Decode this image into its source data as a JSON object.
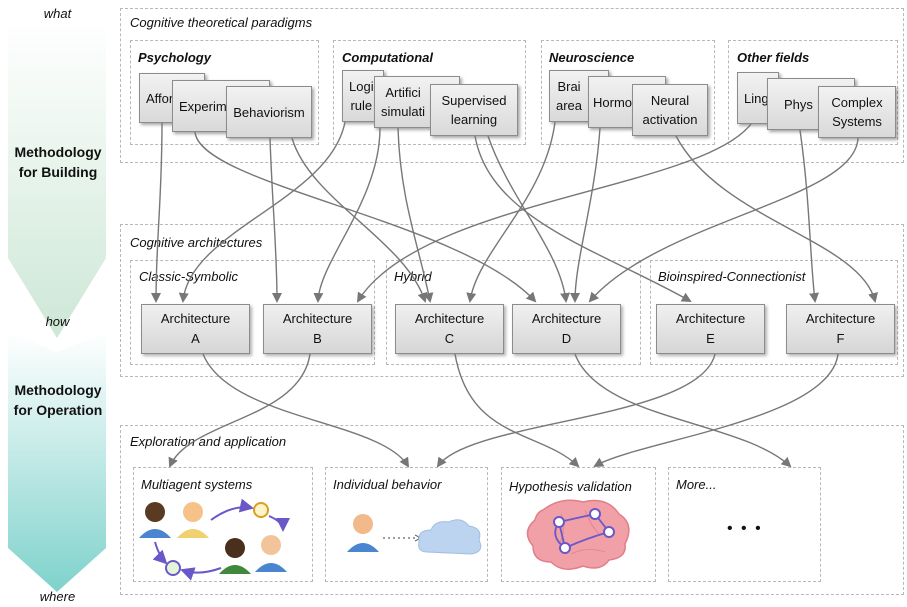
{
  "side": {
    "what": "what",
    "building": "Methodology\nfor Building",
    "how": "how",
    "operation": "Methodology\nfor Operation",
    "where": "where"
  },
  "paradigms": {
    "title": "Cognitive theoretical paradigms",
    "psychology": {
      "title": "Psychology",
      "cards": [
        "Affor",
        "Experim",
        "Behaviorism"
      ]
    },
    "computational": {
      "title": "Computational",
      "cards": [
        "Logi\nrule",
        "Artifici\nsimulati",
        "Supervised\nlearning"
      ]
    },
    "neuroscience": {
      "title": "Neuroscience",
      "cards": [
        "Brai\narea",
        "Hormo",
        "Neural\nactivation"
      ]
    },
    "other": {
      "title": "Other fields",
      "cards": [
        "Ling",
        "Phys",
        "Complex\nSystems"
      ]
    }
  },
  "architectures": {
    "title": "Cognitive architectures",
    "classic": "Classic-Symbolic",
    "hybrid": "Hybrid",
    "bio": "Bioinspired-Connectionist",
    "word": "Architecture",
    "letters": [
      "A",
      "B",
      "C",
      "D",
      "E",
      "F"
    ]
  },
  "exploration": {
    "title": "Exploration and  application",
    "boxes": [
      "Multiagent systems",
      "Individual behavior",
      "Hypothesis validation",
      "More..."
    ],
    "ellipsis": "• • •"
  },
  "colors": {
    "arrow": "#777777",
    "accent_purple": "#6b58c8",
    "brain": "#f2a0a8",
    "cloud": "#bcd4f0"
  }
}
